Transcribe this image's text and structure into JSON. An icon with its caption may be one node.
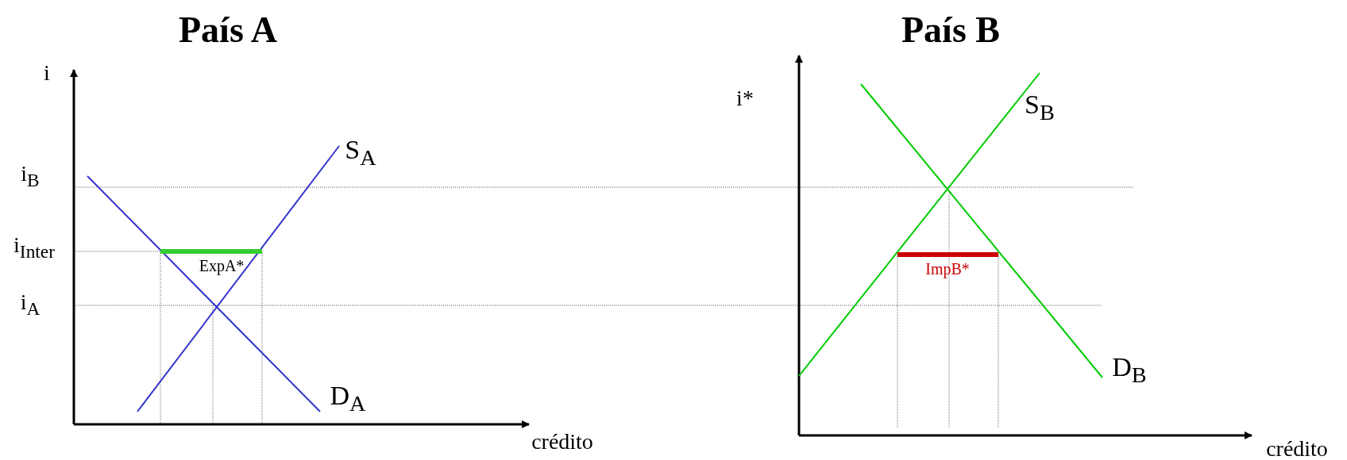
{
  "diagram": {
    "labels": [
      "País A",
      "País B",
      "i",
      "i$_{B}$",
      "i$_{Inter}$",
      "i$_{A}$",
      "S$_{A}$",
      "ExpA*",
      "D$_{A}$",
      "crédito",
      "i*",
      "S$_{B}$",
      "ImpB*",
      "D$_{B}$",
      "crédito"
    ]
  }
}
